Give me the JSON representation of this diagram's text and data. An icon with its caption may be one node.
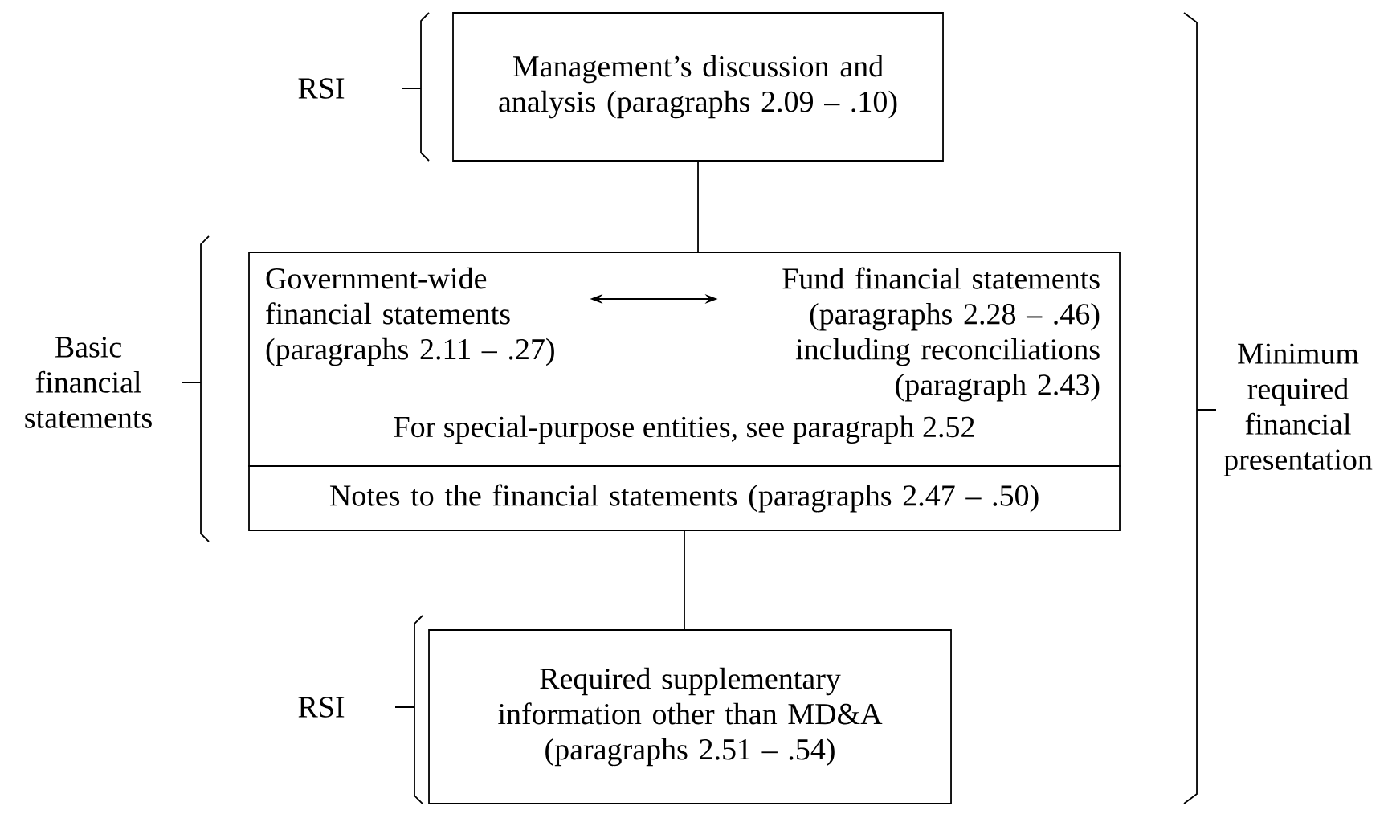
{
  "diagram": {
    "nodes": [
      {
        "text": [
          "Management’s discussion and analysis (paragraphs 2.09 – .10)"
        ]
      },
      {
        "text": [
          "For special-purpose entities, see paragraph 2.52"
        ]
      },
      {
        "text": [
          "Government-wide financial statements (paragraphs 2.11 – .27)"
        ],
        "in": 1
      },
      {
        "text": [
          "Fund financial statements (paragraphs 2.28 – .46) including reconciliations (paragraph 2.43)"
        ],
        "in": 1
      },
      {
        "text": [
          "Notes to the financial statements (paragraphs 2.47 – .50)"
        ]
      },
      {
        "text": [
          "Required supplementary information other than MD&A (paragraphs 2.51 – .54)"
        ]
      }
    ],
    "edges": [
      {
        "from": 0,
        "to": 1,
        "arrow": "none"
      },
      {
        "from": 2,
        "to": 3,
        "arrow": "both"
      },
      {
        "from": 4,
        "to": 5,
        "arrow": "none"
      }
    ],
    "labels": [
      "RSI",
      "Basic financial statements",
      "RSI",
      "Minimum required financial presentation"
    ]
  }
}
